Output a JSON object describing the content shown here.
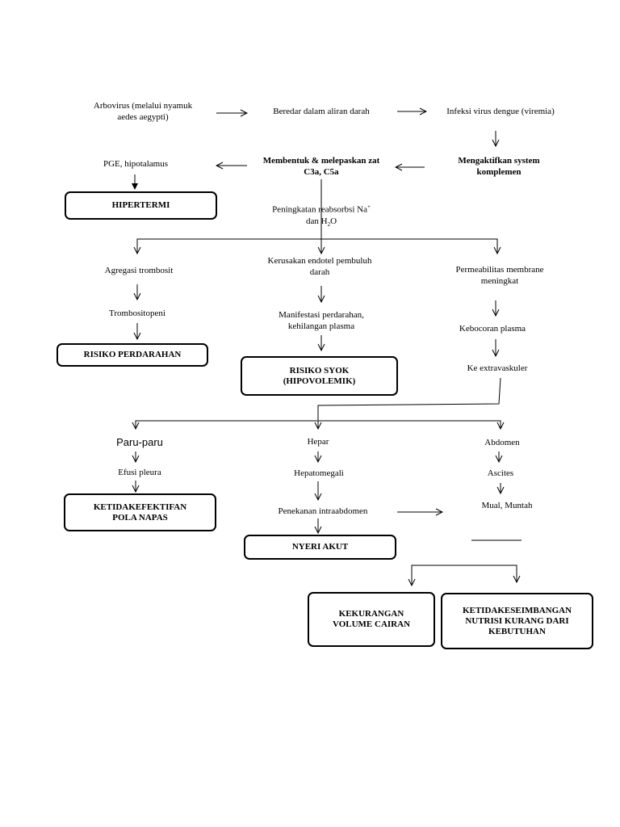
{
  "nodes": {
    "arbovirus": "Arbovirus (melalui nyamuk\naedes aegypti)",
    "beredar": "Beredar dalam aliran darah",
    "infeksi": "Infeksi virus dengue (viremia)",
    "pge": "PGE, hipotalamus",
    "membentuk": "Membentuk & melepaskan zat\nC3a, C5a",
    "mengaktifkan": "Mengaktifkan system\nkomplemen",
    "peningkatan_line1": "Peningkatan reabsorbsi Na",
    "peningkatan_sup": "+",
    "peningkatan_line2_a": "dan H",
    "peningkatan_sub": "2",
    "peningkatan_line2_b": "O",
    "agregasi": "Agregasi trombosit",
    "kerusakan": "Kerusakan endotel pembuluh\ndarah",
    "permeabilitas": "Permeabilitas membrane\nmeningkat",
    "trombositopeni": "Trombositopeni",
    "manifestasi": "Manifestasi perdarahan,\nkehilangan plasma",
    "kebocoran": "Kebocoran plasma",
    "extravaskuler": "Ke extravaskuler",
    "paru": "Paru-paru",
    "hepar": "Hepar",
    "abdomen": "Abdomen",
    "efusi": "Efusi pleura",
    "hepatomegali": "Hepatomegali",
    "ascites": "Ascites",
    "penekanan": "Penekanan intraabdomen",
    "mual": "Mual, Muntah"
  },
  "diagnoses": {
    "hipertermi": "HIPERTERMI",
    "risiko_perdarahan": "RISIKO PERDARAHAN",
    "risiko_syok": "RISIKO SYOK\n(HIPOVOLEMIK)",
    "pola_napas": "KETIDAKEFEKTIFAN\nPOLA NAPAS",
    "nyeri": "NYERI AKUT",
    "volume_cairan": "KEKURANGAN\nVOLUME CAIRAN",
    "nutrisi": "KETIDAKESEIMBANGAN\nNUTRISI KURANG DARI\nKEBUTUHAN"
  }
}
